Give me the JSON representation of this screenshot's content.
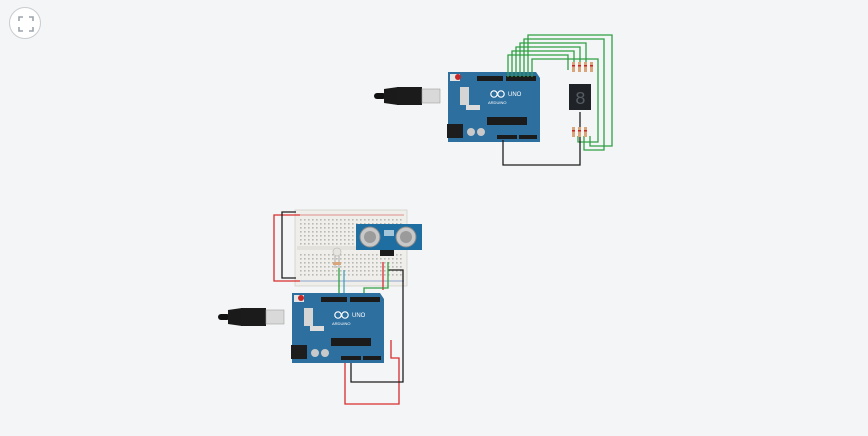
{
  "toolbar": {
    "fit_view_title": "Zoom to fit"
  },
  "colors": {
    "background": "#f4f5f6",
    "board": "#2d6f9f",
    "wire_green": "#2ea043",
    "wire_red": "#d62d2d",
    "wire_black": "#1e1e1e",
    "breadboard": "#efeeea"
  },
  "circuit1": {
    "board_label": "UNO",
    "brand": "ARDUINO",
    "display_digit": "8"
  },
  "circuit2": {
    "board_label": "UNO",
    "brand": "ARDUINO"
  }
}
